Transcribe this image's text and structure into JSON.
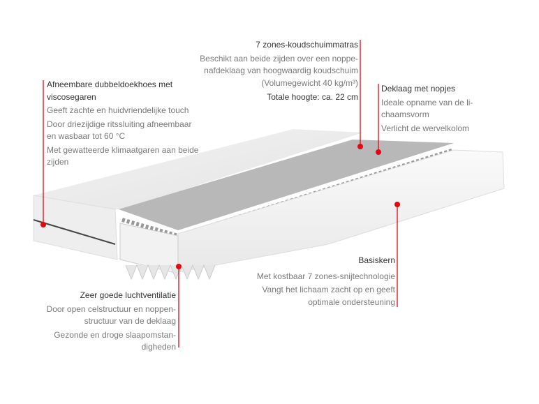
{
  "accent": "#e30613",
  "callouts": {
    "cover": {
      "title": "Afneembare dubbeldoekhoes met viscosegaren",
      "lines": [
        "Geeft zachte en huidvriendelijke touch",
        "Door driezijdige ritssluiting afneembaar en wasbaar tot 60 °C",
        "Met gewatteerde klimaatgaren aan beide zijden"
      ]
    },
    "zones": {
      "title": "7 zones-koudschuimmatras",
      "lines": [
        "Beschikt aan beide zijden over een noppe-nafdeklaag van hoogwaardig koudschuim (Volumegewicht 40 kg/m³)"
      ],
      "footer": "Totale hoogte: ca. 22 cm"
    },
    "toplayer": {
      "title": "Deklaag met nopjes",
      "lines": [
        "Ideale opname van de li-chaamsvorm",
        "Verlicht de wervelkolom"
      ]
    },
    "core": {
      "title": "Basiskern",
      "lines": [
        "Met kostbaar 7 zones-snijtechnologie",
        "Vangt het lichaam zacht op en geeft optimale ondersteuning"
      ]
    },
    "ventilation": {
      "title": "Zeer goede luchtventilatie",
      "lines": [
        "Door open celstructuur en noppen-structuur van de deklaag",
        "Gezonde en droge slaapomstan-digheden"
      ]
    }
  }
}
